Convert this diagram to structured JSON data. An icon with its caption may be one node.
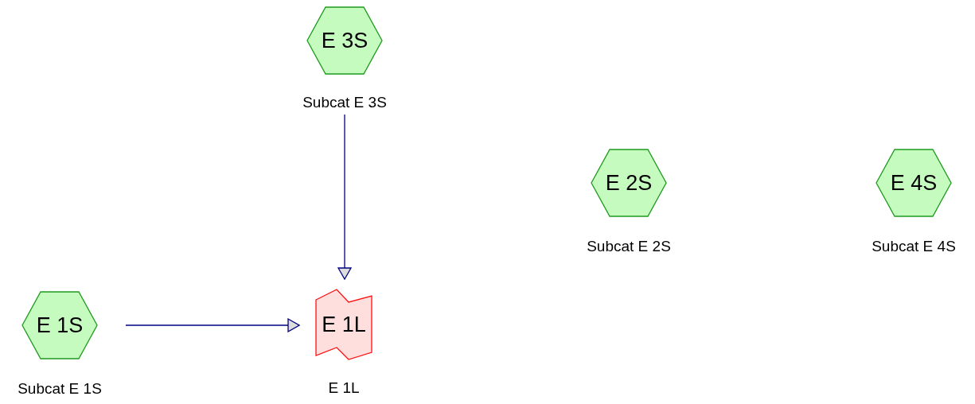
{
  "diagram": {
    "nodes": [
      {
        "text": [
          "E 3S"
        ],
        "beside": [
          "Subcat E 3S"
        ]
      },
      {
        "text": [
          "E 2S"
        ],
        "beside": [
          "Subcat E 2S"
        ]
      },
      {
        "text": [
          "E 4S"
        ],
        "beside": [
          "Subcat E 4S"
        ]
      },
      {
        "text": [
          "E 1S"
        ],
        "beside": [
          "Subcat E 1S"
        ]
      },
      {
        "text": [
          "E 1L"
        ],
        "beside": [
          "E 1L"
        ]
      }
    ],
    "edges": [
      {
        "from": 0,
        "to": 4,
        "arrow": "to"
      },
      {
        "from": 3,
        "to": 4,
        "arrow": "to"
      }
    ]
  }
}
